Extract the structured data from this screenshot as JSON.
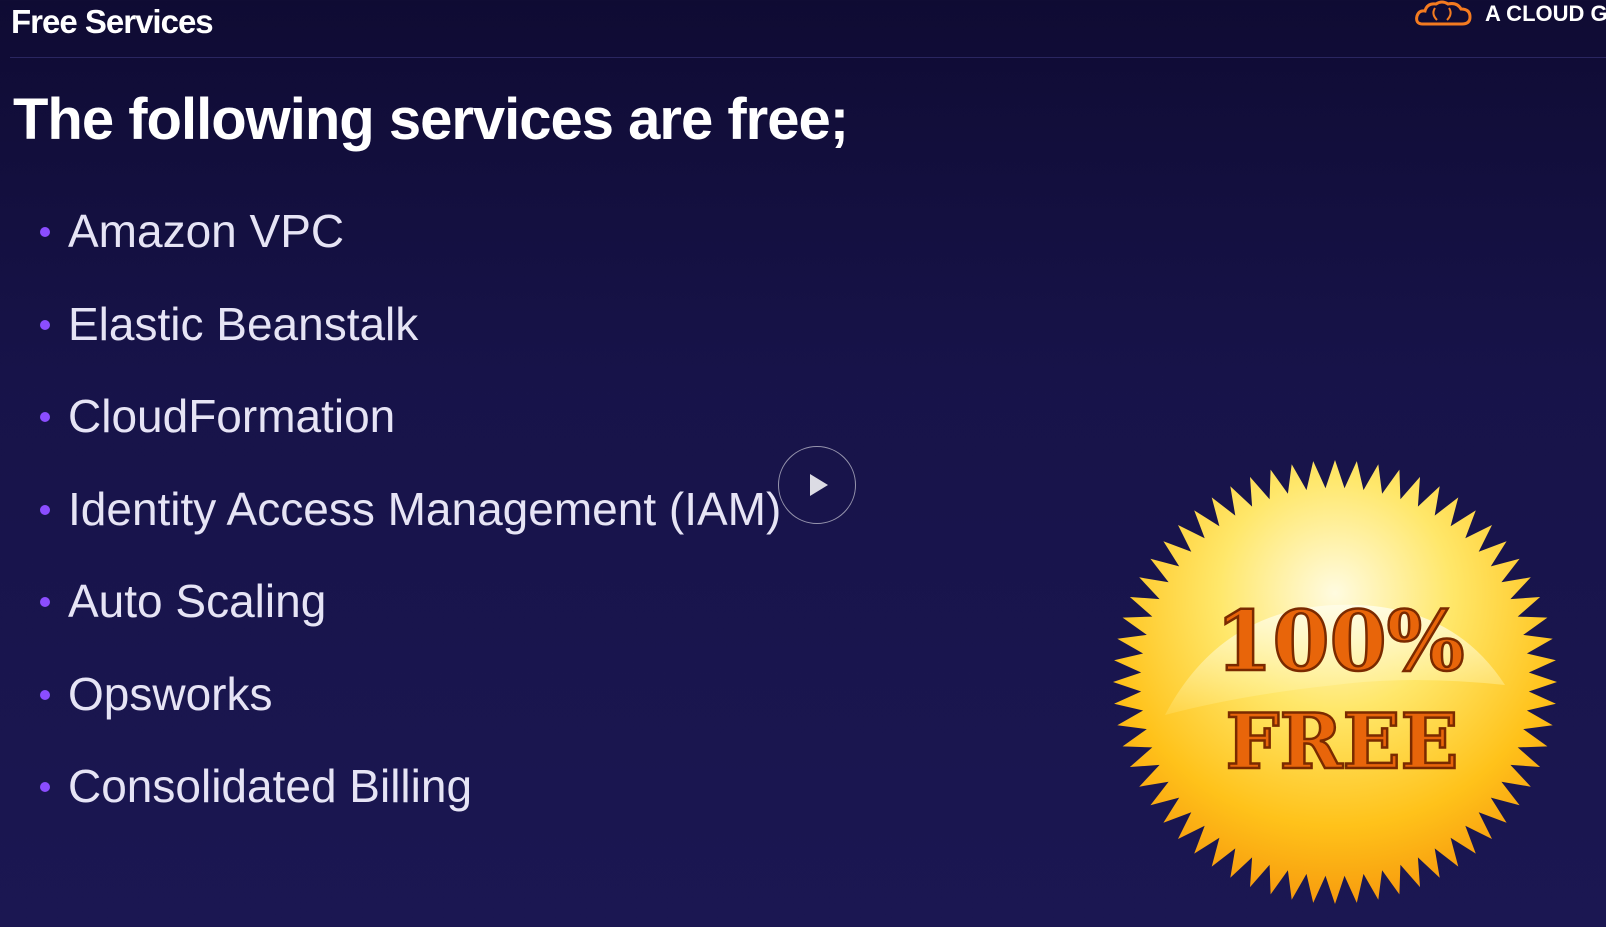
{
  "header": {
    "title": "Free Services",
    "brand_text": "A CLOUD G",
    "brand_logo_icon": "cloud-guru-logo-icon",
    "brand_color": "#f47b20"
  },
  "slide": {
    "heading": "The following services are free;",
    "bullet_color": "#8b4dff",
    "services": [
      "Amazon VPC",
      "Elastic Beanstalk",
      "CloudFormation",
      "Identity Access Management (IAM)",
      "Auto Scaling",
      "Opsworks",
      "Consolidated Billing"
    ]
  },
  "player": {
    "play_icon": "play-icon"
  },
  "badge": {
    "line1": "100%",
    "line2": "FREE",
    "icon": "starburst-badge-icon",
    "text_color": "#e8650a"
  }
}
